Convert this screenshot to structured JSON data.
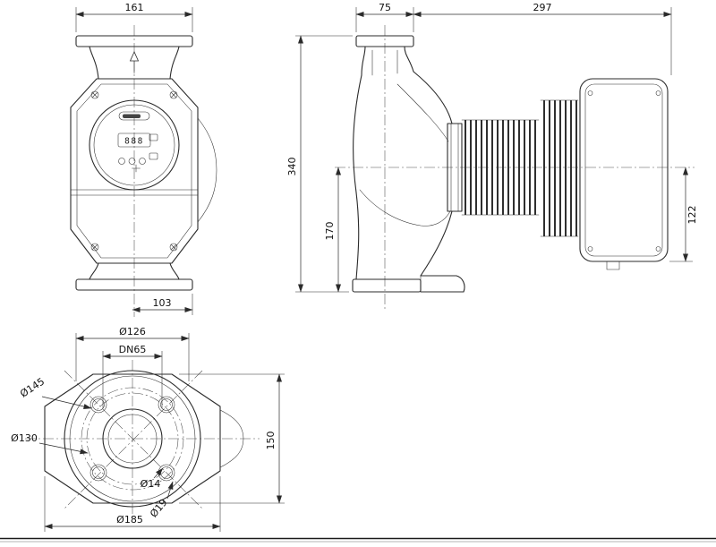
{
  "front_view": {
    "dim_width": "161",
    "dim_offset": "103",
    "display": "888"
  },
  "side_view": {
    "dim_flange_depth": "75",
    "dim_length": "297",
    "dim_total_height": "340",
    "dim_axis_height": "170",
    "dim_box_height": "122"
  },
  "bottom_view": {
    "dim_face_od": "Ø126",
    "dim_nominal": "DN65",
    "dim_bolt_circle_outer": "Ø145",
    "dim_bolt_circle_inner": "Ø130",
    "dim_hole_small": "Ø14",
    "dim_hole_large": "Ø19",
    "dim_flange_od": "Ø185",
    "dim_depth": "150"
  }
}
